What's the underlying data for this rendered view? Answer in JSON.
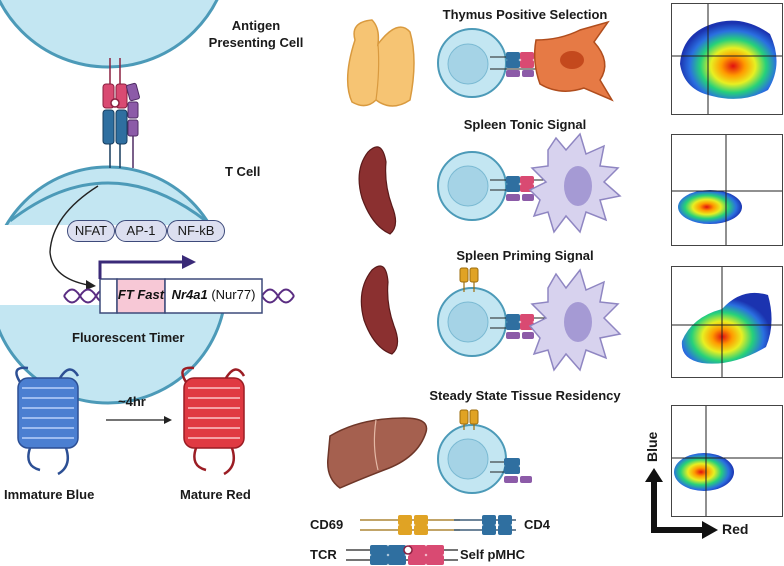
{
  "left": {
    "apc_label": [
      "Antigen",
      "Presenting Cell"
    ],
    "tcell_label": "T Cell",
    "transcription_factors": [
      "NFAT",
      "AP-1",
      "NF-kB"
    ],
    "gene": {
      "ft_fast": "FT Fast",
      "nr4a1": "Nr4a1",
      "nur77": "(Nur77)"
    },
    "fluorescent_timer_title": "Fluorescent Timer",
    "timer_interval": "~4hr",
    "immature_label": "Immature Blue",
    "mature_label": "Mature Red"
  },
  "panels": [
    {
      "title": "Thymus Positive Selection"
    },
    {
      "title": "Spleen Tonic Signal"
    },
    {
      "title": "Spleen Priming Signal"
    },
    {
      "title": "Steady State Tissue Residency"
    }
  ],
  "legend": {
    "cd69": "CD69",
    "cd4": "CD4",
    "tcr": "TCR",
    "self_pmhc": "Self pMHC"
  },
  "axes": {
    "y": "Blue",
    "x": "Red"
  },
  "colors": {
    "membrane": "#a9d9ea",
    "membrane_edge": "#4c9ab8",
    "tcr_pink": "#d94a72",
    "tcr_blue": "#2f6fa0",
    "cd69_gold": "#e0a324",
    "cd4_purple": "#8c5ba8",
    "dna": "#5a2d82",
    "arrow": "#3a2a78"
  }
}
